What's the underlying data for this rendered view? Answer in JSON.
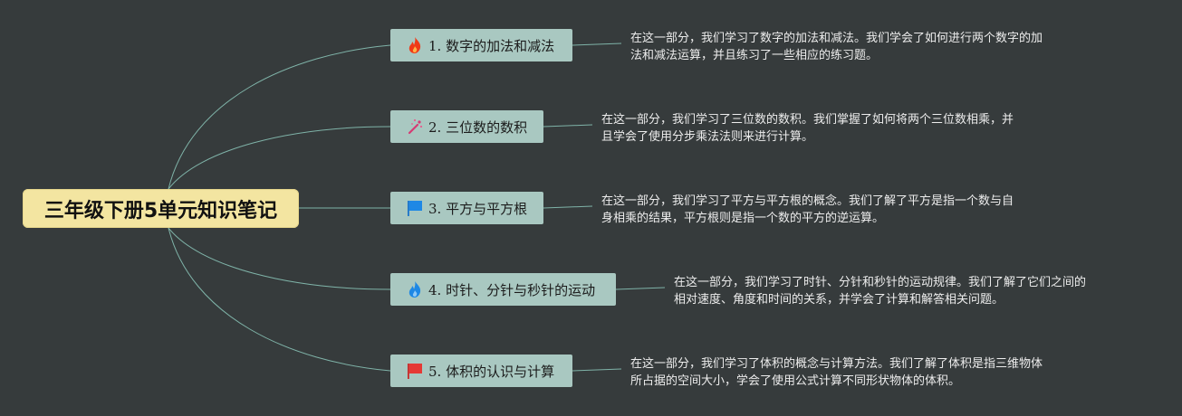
{
  "root": {
    "title": "三年级下册5单元知识笔记"
  },
  "branches": [
    {
      "label": "1. 数字的加法和减法",
      "icon": "fire-icon",
      "desc_line1": "在这一部分，我们学习了数字的加法和减法。我们学会了如何进行两个数字的加",
      "desc_line2": "法和减法运算，并且练习了一些相应的练习题。"
    },
    {
      "label": "2. 三位数的数积",
      "icon": "magic-wand-icon",
      "desc_line1": "在这一部分，我们学习了三位数的数积。我们掌握了如何将两个三位数相乘，并",
      "desc_line2": "且学会了使用分步乘法法则来进行计算。"
    },
    {
      "label": "3. 平方与平方根",
      "icon": "blue-flag-icon",
      "desc_line1": "在这一部分，我们学习了平方与平方根的概念。我们了解了平方是指一个数与自",
      "desc_line2": "身相乘的结果，平方根则是指一个数的平方的逆运算。"
    },
    {
      "label": "4. 时针、分针与秒针的运动",
      "icon": "blue-fire-icon",
      "desc_line1": "在这一部分，我们学习了时针、分针和秒针的运动规律。我们了解了它们之间的",
      "desc_line2": "相对速度、角度和时间的关系，并学会了计算和解答相关问题。"
    },
    {
      "label": "5. 体积的认识与计算",
      "icon": "red-flag-icon",
      "desc_line1": "在这一部分，我们学习了体积的概念与计算方法。我们了解了体积是指三维物体",
      "desc_line2": "所占据的空间大小，学会了使用公式计算不同形状物体的体积。"
    }
  ],
  "colors": {
    "background": "#363b3c",
    "root_fill": "#f3e5a1",
    "branch_fill": "#a9c8c1",
    "connector": "#7fb3a8",
    "text_light": "#ededed"
  }
}
